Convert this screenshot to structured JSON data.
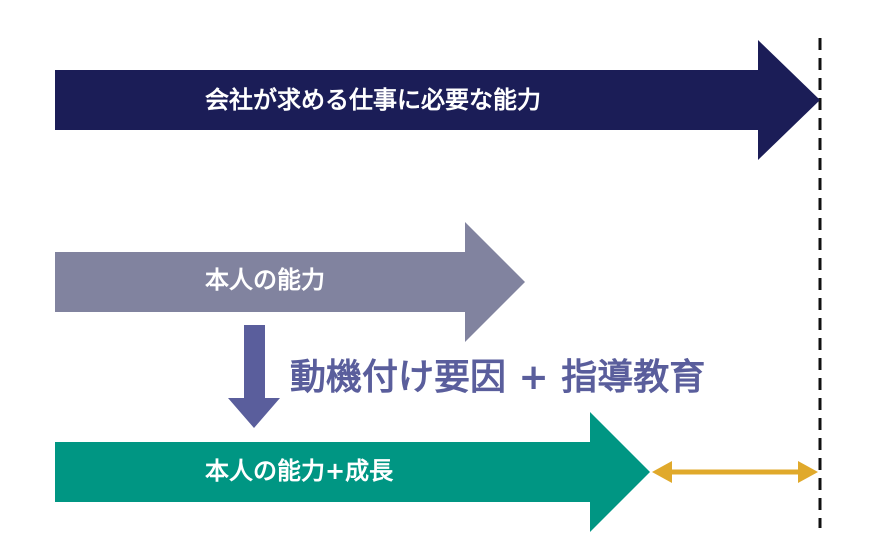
{
  "arrows": {
    "required": {
      "label": "会社が求める仕事に必要な能力"
    },
    "current": {
      "label": "本人の能力"
    },
    "grown": {
      "label": "本人の能力+成長"
    }
  },
  "formula": {
    "text": "動機付け要因 + 指導教育"
  },
  "colors": {
    "required": "#1b1d57",
    "current": "#81839f",
    "grown": "#009683",
    "down_arrow": "#5a5e9c",
    "formula": "#5a5e9c",
    "gap_arrow": "#e0a92b",
    "dashed_line": "#111111"
  }
}
